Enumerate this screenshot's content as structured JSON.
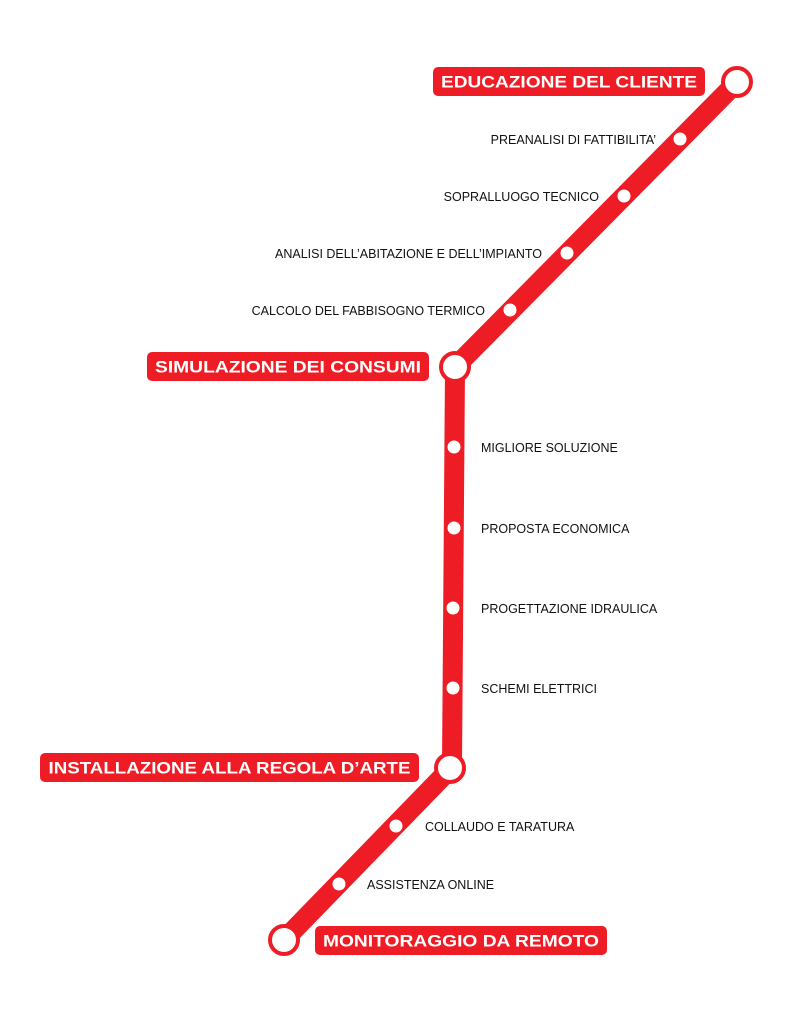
{
  "colors": {
    "line": "#ee1c25",
    "label_bg": "#ee1c25",
    "label_text": "#ffffff",
    "station_fill": "#ffffff",
    "minor_text": "#111111"
  },
  "terminals": [
    {
      "id": "educazione",
      "label": "EDUCAZIONE DEL CLIENTE"
    },
    {
      "id": "simulazione",
      "label": "SIMULAZIONE DEI CONSUMI"
    },
    {
      "id": "installazione",
      "label": "INSTALLAZIONE ALLA REGOLA D’ARTE"
    },
    {
      "id": "monitoraggio",
      "label": "MONITORAGGIO DA REMOTO"
    }
  ],
  "stops": [
    {
      "id": "preanalisi",
      "label": "PREANALISI DI FATTIBILITA’"
    },
    {
      "id": "sopralluogo",
      "label": "SOPRALLUOGO TECNICO"
    },
    {
      "id": "analisi",
      "label": "ANALISI DELL’ABITAZIONE E DELL’IMPIANTO"
    },
    {
      "id": "calcolo",
      "label": "CALCOLO DEL FABBISOGNO TERMICO"
    },
    {
      "id": "migliore",
      "label": "MIGLIORE SOLUZIONE"
    },
    {
      "id": "proposta",
      "label": "PROPOSTA ECONOMICA"
    },
    {
      "id": "progettazione",
      "label": "PROGETTAZIONE IDRAULICA"
    },
    {
      "id": "schemi",
      "label": "SCHEMI ELETTRICI"
    },
    {
      "id": "collaudo",
      "label": "COLLAUDO E TARATURA"
    },
    {
      "id": "assistenza",
      "label": "ASSISTENZA ONLINE"
    }
  ]
}
